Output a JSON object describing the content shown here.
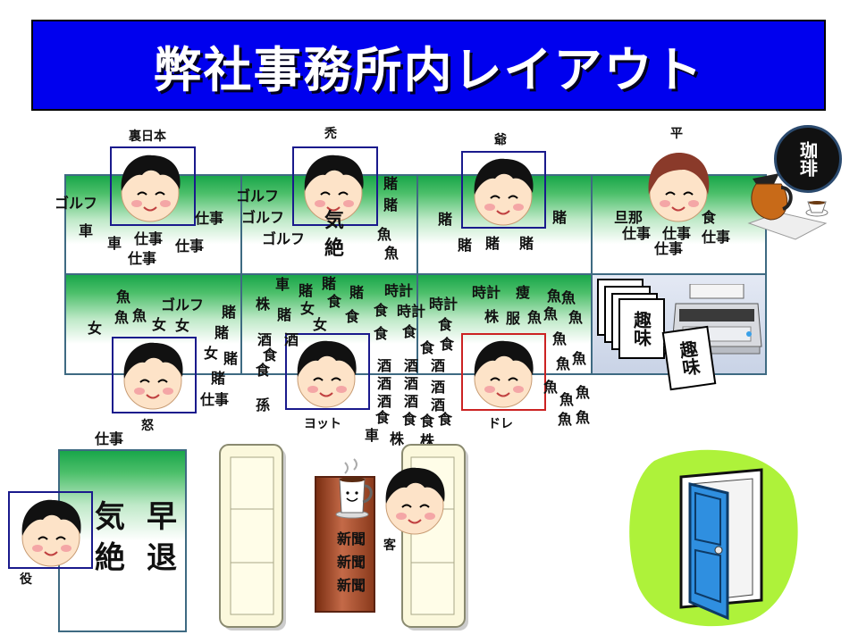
{
  "title": "弊社事務所内レイアウト",
  "coffee_badge": "珈琲",
  "hobby_label": "趣味",
  "names": {
    "uranihon": "裏日本",
    "hage": "禿",
    "setsu": "爺",
    "hira": "平",
    "ikari": "怒",
    "yotto": "ヨット",
    "dore": "ドレ",
    "kyaku": "客",
    "yaku": "役"
  },
  "words": {
    "golf": "ゴルフ",
    "car": "車",
    "work": "仕事",
    "gamble": "賭",
    "fish": "魚",
    "woman": "女",
    "food": "食",
    "drink": "酒",
    "watch": "時計",
    "stock": "株",
    "clothes": "服",
    "thin": "痩",
    "grandchild": "孫",
    "husband": "旦那",
    "newspaper": "新聞",
    "faint_top": "気",
    "faint_bottom": "絶",
    "early": "早",
    "leave": "退"
  },
  "colors": {
    "title_bg": "#0000ee",
    "desk_green": "#19a64a",
    "frame_blue": "#1a1a8c",
    "frame_red": "#cc2222",
    "door_bg": "#aef23a",
    "door_blue": "#2f8fe0"
  }
}
